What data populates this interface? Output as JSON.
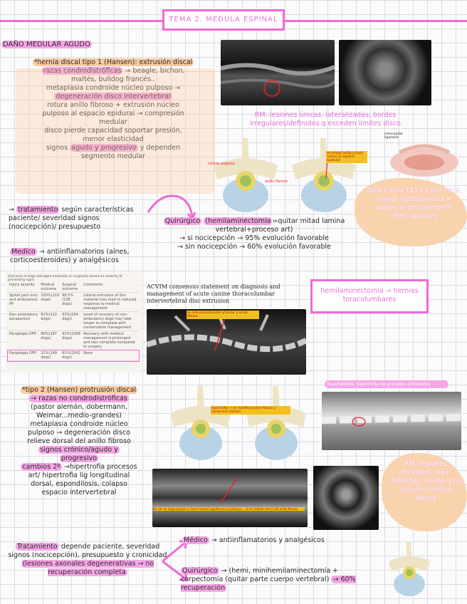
{
  "title": "TEMA 2. MEDULA ESPINAL",
  "section1": {
    "heading": "DAÑO MEDULAR AGUDO",
    "lines": [
      "*hernia discal tipo 1 (Hansen): extrusión discal",
      "razas condrodistróficas",
      "→ beagle, bichon,",
      "maltés, bulldog francés..",
      "metaplasia condroide núcleo pulposo →",
      "degeneración disco intervertebral",
      "rotura anillo fibroso + extrusión núcleo",
      "pulposo al espacio epidural → compresión",
      "medular",
      "disco pierde capacidad soportar presión,",
      "menor elasticidad",
      "signos",
      "agudo y progresivo",
      "y dependen",
      "segmento medular"
    ],
    "mri_caption": "RM: lesiones únicas, lateralizadas, bordes irregulares/definidos q exceden límites disco",
    "vertebra_label_left": "núcleo pulposo",
    "vertebra_label_mid": "anillo fibroso",
    "vertebra_label_right": "se rompe anillo y pasa núcleo al espacio epidural",
    "ligament_label": "intercapital ligament",
    "blob_text": "50% casos T11-L2 por zona mayor inestabilidad + ausencia de ligamento intercapitales",
    "tratamiento": {
      "label": "tratamiento",
      "rest": "según características paciente/ severidad signos (nocicepción)/ presupuesto"
    },
    "medico": {
      "label": "Medico",
      "rest": "→ antiinflamatorios (aines, corticoesteroides) y analgésicos"
    },
    "quirurgico": {
      "label": "Quirúrgico",
      "paren": "(hemilaminectomía",
      "rest": "=quitar mitad lamina vertebral+proceso art)",
      "lines": [
        "→ si nocicepción → 95% evolución favorable",
        "→ sin nocicepción → 60% evolución favorable"
      ]
    },
    "hemi_box": "hemilaminectomía → hernias toracolumbares",
    "table_title": "Outcome of dogs managed medically or surgically based on severity of presenting signs",
    "table_headers": [
      "Injury severity",
      "Medical outcome",
      "Surgical outcome",
      "Comments"
    ],
    "table_rows": [
      [
        "Spinal pain only and ambulatory PP",
        "100%(119 dogs)",
        "98.5%(138 dogs)",
        "Lateral extrusion of disc material may lead to reduced response to medical management"
      ],
      [
        "Non ambulatory paraparesis",
        "81%(112 dogs)",
        "93%(264 dogs)",
        "Level of recovery of non-ambulatory dogs may take longer to complete with conservative management"
      ],
      [
        "Paraplegia DPP",
        "80%(187 dogs)",
        "93%(2308 dogs)",
        "Recovery with medical management is prolonged and less complete compared to surgery"
      ],
      [
        "Paraplegia DPP",
        "21%(149 dogs)",
        "61%(2542 dogs)",
        "None"
      ]
    ],
    "acvim_title": "ACVIM consensus statement on diagnosis and management of acute canine thoracolumbar intervertebral disc extrusion",
    "xray_label": "se sale parcialmente articular y anillo fibroso"
  },
  "section2": {
    "lines": [
      "*tipo 2 (Hansen) protrusión discal",
      "→ razas no condrodistróficas",
      "(pastor alemán, dobermann,",
      "Weimar...medio-grandes)",
      "metaplasia condroide núcleo",
      "pulposo → degeneración disco",
      "relieve dorsal del anillo fibroso",
      "signos crónico/agudo y",
      "progresivo",
      "cambios 2º",
      "→hipertrofia procesos",
      "art/ hipertrofia lig longitudinal",
      "dorsal, espondilosis, colapso",
      "espacio intervertebral"
    ],
    "spondy_label": "Espondilosis, hipertrofia de procesos articulares",
    "protrusion_label": "hipertrofia → se modifica anillo fibroso y comprime médula",
    "mri_label": "ha de ser larga porque si fuera hernias agudas en el protruye... no ha habido rotura del anillo fibroso",
    "rm_caption": "RM: lesiones múltiples, bien definidas, no las q no exceden límites discos",
    "tratamiento": {
      "label": "Tratamiento",
      "rest": "depende paciente, severidad signos (nocicepción), presupuesto y cronicidad",
      "lesiones": "(lesiones axonales degenerativas → no recuperación completa"
    },
    "medico": {
      "label": "Médico",
      "rest": "→ antiinflamatorios y analgésicos"
    },
    "quirurgico": {
      "label": "Quirúrgico",
      "rest": "→ (hemi, minihemilaminectomía + corpectomía (quitar parte cuerpo vertebral)",
      "pct": "→ 60% recuperación"
    }
  },
  "colors": {
    "accent_pink": "#f06ad6",
    "highlight_pink": "#f6a6e6",
    "highlight_orange": "#f8caa0",
    "caption_pink": "#e472d6"
  }
}
